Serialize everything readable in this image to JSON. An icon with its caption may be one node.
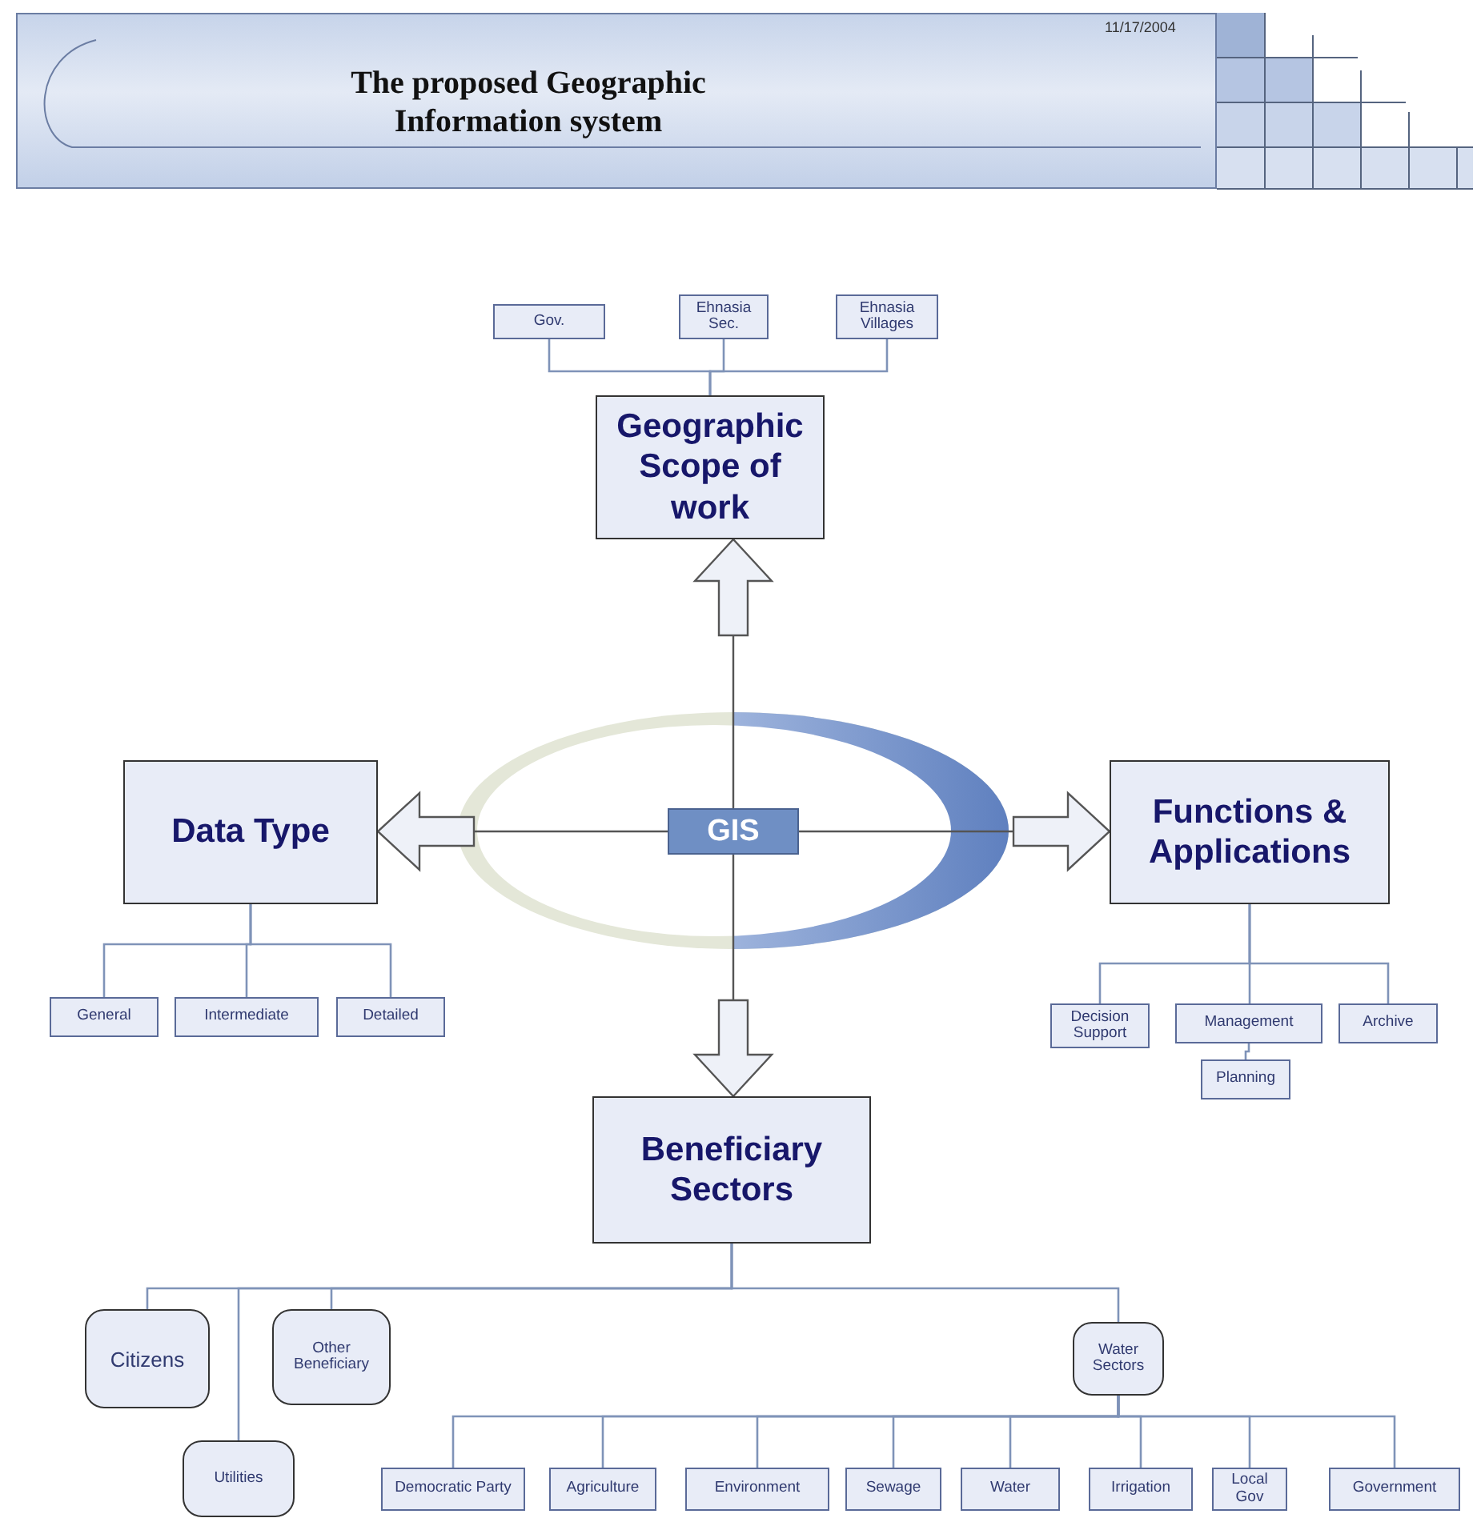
{
  "diagram": {
    "title": "The proposed Geographic Information system",
    "nodes": [
      {
        "text": [
          "GIS"
        ]
      },
      {
        "text": [
          "Geographic Scope of work"
        ]
      },
      {
        "text": [
          "Data Type"
        ]
      },
      {
        "text": [
          "Functions & Applications"
        ]
      },
      {
        "text": [
          "Beneficiary Sectors"
        ]
      },
      {
        "text": [
          "Gov."
        ]
      },
      {
        "text": [
          "Ehnasia Sec."
        ]
      },
      {
        "text": [
          "Ehnasia Villages"
        ]
      },
      {
        "text": [
          "General"
        ]
      },
      {
        "text": [
          "Intermediate"
        ]
      },
      {
        "text": [
          "Detailed"
        ]
      },
      {
        "text": [
          "Decision Support"
        ]
      },
      {
        "text": [
          "Management"
        ]
      },
      {
        "text": [
          "Archive"
        ]
      },
      {
        "text": [
          "Planning"
        ]
      },
      {
        "text": [
          "Citizens"
        ]
      },
      {
        "text": [
          "Other Beneficiary"
        ]
      },
      {
        "text": [
          "Utilities"
        ]
      },
      {
        "text": [
          "Water Sectors"
        ]
      },
      {
        "text": [
          "Democratic Party"
        ]
      },
      {
        "text": [
          "Agriculture"
        ]
      },
      {
        "text": [
          "Environment"
        ]
      },
      {
        "text": [
          "Sewage"
        ]
      },
      {
        "text": [
          "Water"
        ]
      },
      {
        "text": [
          "Irrigation"
        ]
      },
      {
        "text": [
          "Local Gov"
        ]
      },
      {
        "text": [
          "Government"
        ]
      }
    ],
    "edges": [
      {
        "from": 0,
        "to": 1,
        "arrow": "to",
        "color": "#555555"
      },
      {
        "from": 0,
        "to": 2,
        "arrow": "to",
        "color": "#555555"
      },
      {
        "from": 0,
        "to": 3,
        "arrow": "to",
        "color": "#555555"
      },
      {
        "from": 0,
        "to": 4,
        "arrow": "to",
        "color": "#555555"
      },
      {
        "from": 1,
        "to": 5,
        "arrow": "none"
      },
      {
        "from": 1,
        "to": 6,
        "arrow": "none"
      },
      {
        "from": 1,
        "to": 7,
        "arrow": "none"
      },
      {
        "from": 2,
        "to": 8,
        "arrow": "none"
      },
      {
        "from": 2,
        "to": 9,
        "arrow": "none"
      },
      {
        "from": 2,
        "to": 10,
        "arrow": "none"
      },
      {
        "from": 3,
        "to": 11,
        "arrow": "none"
      },
      {
        "from": 3,
        "to": 12,
        "arrow": "none"
      },
      {
        "from": 3,
        "to": 13,
        "arrow": "none"
      },
      {
        "from": 12,
        "to": 14,
        "arrow": "none"
      },
      {
        "from": 4,
        "to": 15,
        "arrow": "none"
      },
      {
        "from": 4,
        "to": 16,
        "arrow": "none"
      },
      {
        "from": 4,
        "to": 17,
        "arrow": "none"
      },
      {
        "from": 4,
        "to": 18,
        "arrow": "none"
      },
      {
        "from": 18,
        "to": 19,
        "arrow": "none"
      },
      {
        "from": 18,
        "to": 20,
        "arrow": "none"
      },
      {
        "from": 18,
        "to": 21,
        "arrow": "none"
      },
      {
        "from": 18,
        "to": 22,
        "arrow": "none"
      },
      {
        "from": 18,
        "to": 23,
        "arrow": "none"
      },
      {
        "from": 18,
        "to": 24,
        "arrow": "none"
      },
      {
        "from": 18,
        "to": 25,
        "arrow": "none"
      },
      {
        "from": 18,
        "to": 26,
        "arrow": "none"
      }
    ],
    "labels": [
      "11/17/2004"
    ]
  }
}
